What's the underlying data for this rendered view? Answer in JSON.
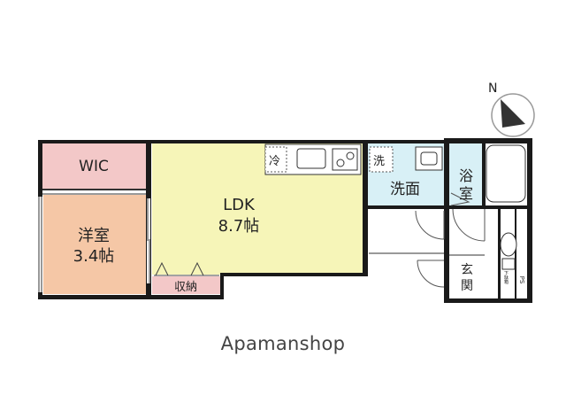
{
  "colors": {
    "wall": "#1a1a1a",
    "wic_fill": "#f3c8c8",
    "bedroom_fill": "#f5c7a6",
    "ldk_fill": "#f6f5b8",
    "wet_fill": "#d8f0f6",
    "storage_fill": "#f3c8c8"
  },
  "rooms": {
    "wic": "WIC",
    "bedroom_name": "洋室",
    "bedroom_size": "3.4帖",
    "ldk_name": "LDK",
    "ldk_size": "8.7帖",
    "storage": "収納",
    "washroom": "洗面",
    "bath_1": "浴",
    "bath_2": "室",
    "entrance_1": "玄",
    "entrance_2": "関"
  },
  "fixtures": {
    "fridge": "冷",
    "washer": "洗",
    "shoe_box": "下駄箱",
    "ps": "PS"
  },
  "compass": {
    "north": "N"
  },
  "brand": "Apamanshop"
}
